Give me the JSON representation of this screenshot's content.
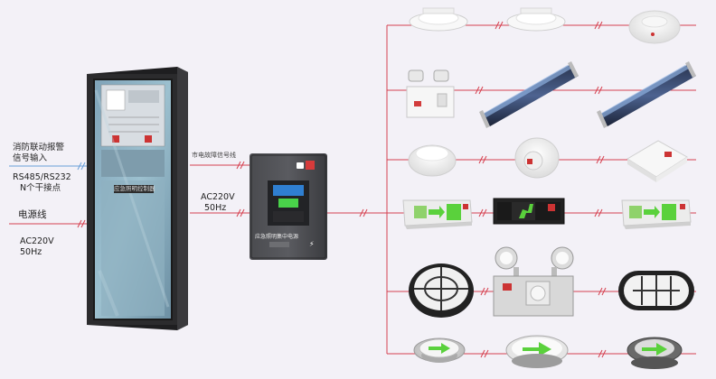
{
  "labels": {
    "fire_alarm_line1": "消防联动报警",
    "fire_alarm_line2": "信号输入",
    "rs485": "RS485/RS232",
    "dry_contacts": "N个干接点",
    "power_line": "电源线",
    "ac_left": "AC220V",
    "hz_left": "50Hz",
    "mains_fault": "市电故障信号线",
    "ac_mid": "AC220V",
    "hz_mid": "50Hz"
  },
  "cabinet": {
    "name_plate": "应急照明控制器"
  },
  "distribution_box": {
    "name_plate": "应急照明集中电源"
  },
  "colors": {
    "background": "#f3f1f7",
    "wire_red": "#d64150",
    "wire_blue": "#6aa0d8",
    "cabinet_body": "#2b2b2d",
    "box_body": "#3c3d40",
    "exit_green": "#5ad13c"
  },
  "devices": [
    {
      "row": 1,
      "items": [
        "recessed-downlight",
        "recessed-downlight",
        "ceiling-emergency-light"
      ]
    },
    {
      "row": 2,
      "items": [
        "twin-head-emergency-light",
        "tube-light",
        "tube-light"
      ]
    },
    {
      "row": 3,
      "items": [
        "round-ceiling-light",
        "wall-spot-light",
        "square-ceiling-light"
      ]
    },
    {
      "row": 4,
      "items": [
        "exit-sign-light",
        "exit-sign-dark",
        "exit-sign-light"
      ]
    },
    {
      "row": 5,
      "items": [
        "bulkhead-round-light",
        "explosion-proof-twin-light",
        "bulkhead-oval-light"
      ]
    },
    {
      "row": 6,
      "items": [
        "floor-arrow-light",
        "floor-arrow-light-green",
        "floor-arrow-light-dark"
      ]
    }
  ]
}
